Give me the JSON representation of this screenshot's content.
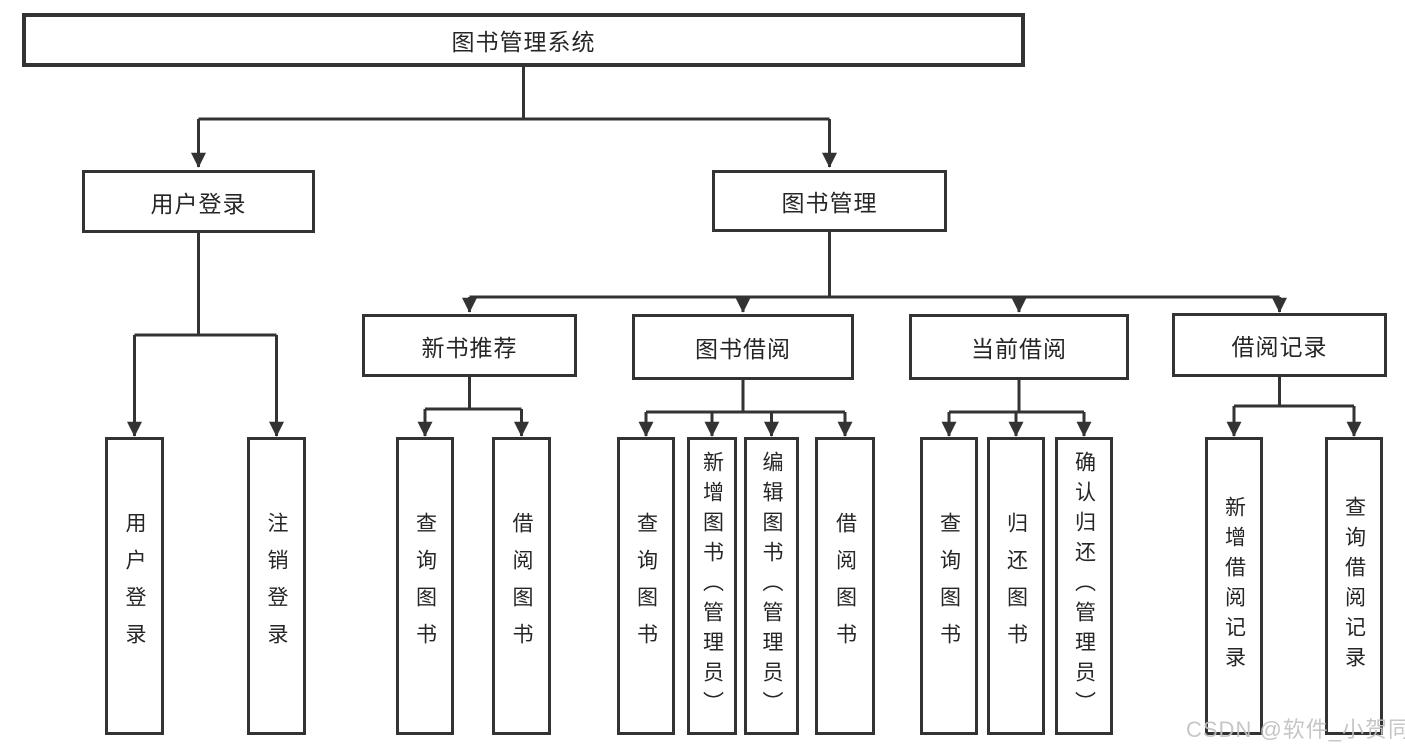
{
  "diagram": {
    "title": "图书管理系统",
    "colors": {
      "line": "#333333",
      "text": "#262626",
      "background": "#ffffff",
      "watermark": "#c1c1c1"
    },
    "tree": {
      "root": {
        "label": "图书管理系统",
        "children": [
          {
            "label": "用户登录",
            "children": [
              {
                "label": "用户登录"
              },
              {
                "label": "注销登录"
              }
            ]
          },
          {
            "label": "图书管理",
            "children": [
              {
                "label": "新书推荐",
                "children": [
                  {
                    "label": "查询图书"
                  },
                  {
                    "label": "借阅图书"
                  }
                ]
              },
              {
                "label": "图书借阅",
                "children": [
                  {
                    "label": "查询图书"
                  },
                  {
                    "label": "新增图书（管理员）"
                  },
                  {
                    "label": "编辑图书（管理员）"
                  },
                  {
                    "label": "借阅图书"
                  }
                ]
              },
              {
                "label": "当前借阅",
                "children": [
                  {
                    "label": "查询图书"
                  },
                  {
                    "label": "归还图书"
                  },
                  {
                    "label": "确认归还（管理员）"
                  }
                ]
              },
              {
                "label": "借阅记录",
                "children": [
                  {
                    "label": "新增借阅记录"
                  },
                  {
                    "label": "查询借阅记录"
                  }
                ]
              }
            ]
          }
        ]
      }
    },
    "watermark": "CSDN @软件_小贺同学"
  }
}
